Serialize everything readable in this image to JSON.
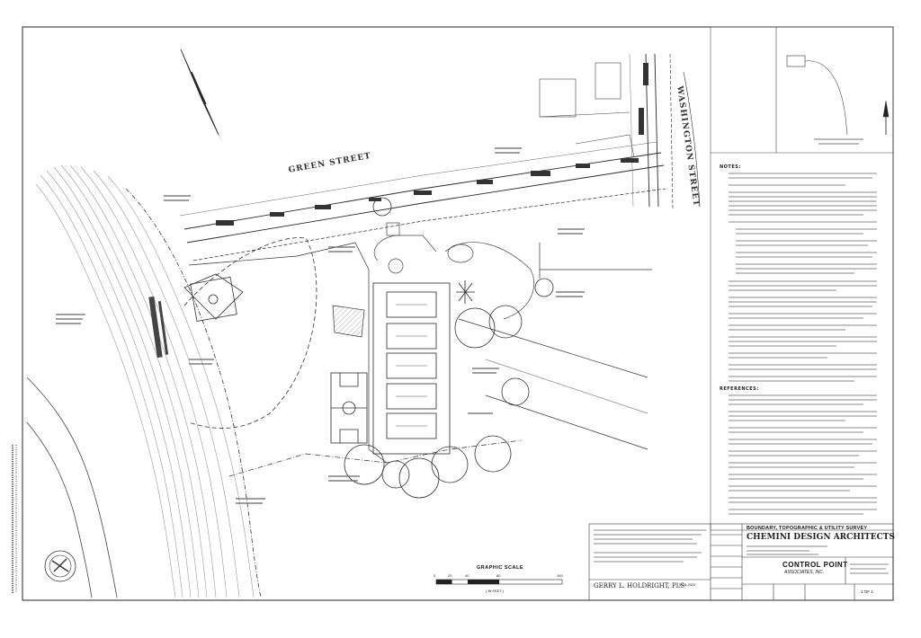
{
  "streets": {
    "green": "GREEN STREET",
    "washington": "WASHINGTON STREET"
  },
  "graphic_scale": {
    "label": "GRAPHIC SCALE",
    "ticks": [
      "0",
      "20",
      "40",
      "80",
      "160"
    ],
    "units": "( IN FEET )"
  },
  "notes": {
    "title": "NOTES:",
    "references_title": "REFERENCES:"
  },
  "title_block": {
    "survey_title": "BOUNDARY, TOPOGRAPHIC & UTILITY SURVEY",
    "client": "CHEMINI DESIGN ARCHITECTS",
    "firm": "CONTROL POINT",
    "firm_sub": "ASSOCIATES, INC.",
    "surveyor": "GERRY L. HOLDRIGHT, PLS",
    "date": "5-18-2022",
    "sheet": "1 OF 1"
  },
  "colors": {
    "line": "#2b2b2b",
    "light": "#8a8a8a",
    "paper": "#ffffff"
  }
}
